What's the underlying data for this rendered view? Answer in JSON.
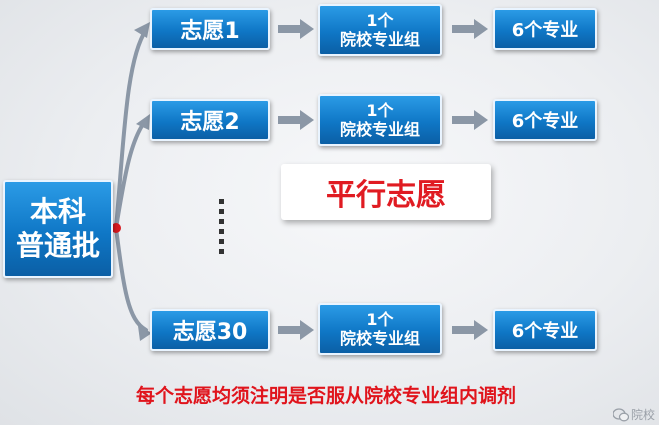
{
  "root": {
    "line1": "本科",
    "line2": "普通批"
  },
  "rows": [
    {
      "wish": "志愿1",
      "group_line1": "1个",
      "group_line2": "院校专业组",
      "majors": "6个专业"
    },
    {
      "wish": "志愿2",
      "group_line1": "1个",
      "group_line2": "院校专业组",
      "majors": "6个专业"
    },
    {
      "wish": "志愿30",
      "group_line1": "1个",
      "group_line2": "院校专业组",
      "majors": "6个专业"
    }
  ],
  "center_label": "平行志愿",
  "note": "每个志愿均须注明是否服从院校专业组内调剂",
  "watermark": {
    "icon": "wechat-icon",
    "text": "院校"
  },
  "colors": {
    "box_blue": "#0f77c6",
    "accent_red": "#e01b22",
    "connector_gray": "#8b97a6"
  }
}
